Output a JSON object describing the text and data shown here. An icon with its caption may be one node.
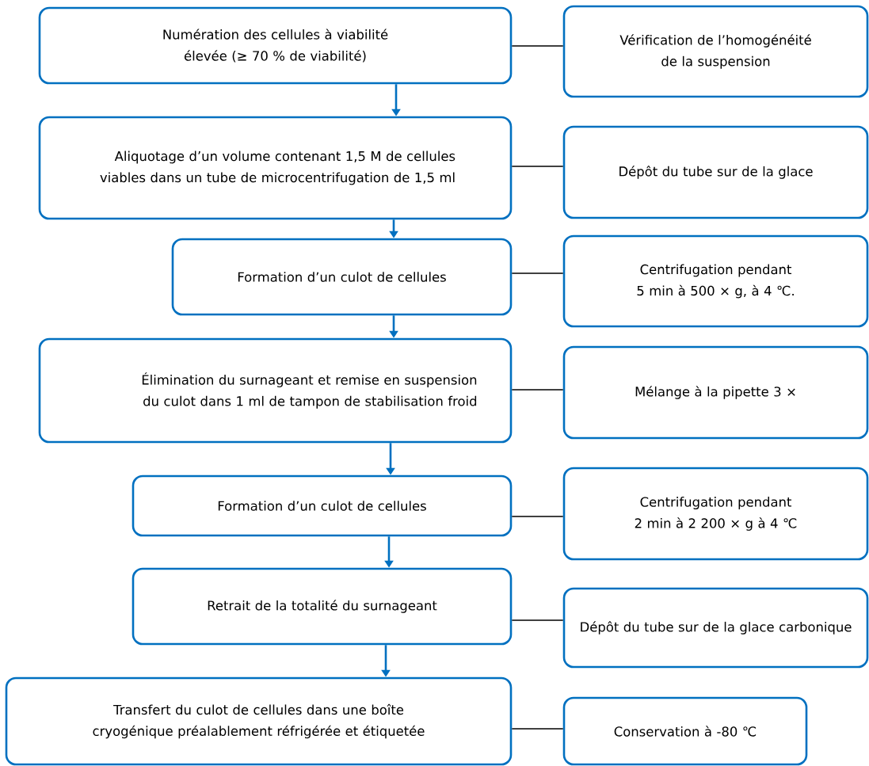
{
  "diagram": {
    "nodes": [
      {
        "text": [
          "Numération des cellules à viabilité élevée (≥ 70 % de viabilité)"
        ]
      },
      {
        "text": [
          "Vérification de l’homogénéité de la suspension"
        ]
      },
      {
        "text": [
          "Aliquotage d’un volume contenant 1,5 M de cellules viables dans un tube de microcentrifugation de 1,5 ml"
        ]
      },
      {
        "text": [
          "Dépôt du tube sur de la glace"
        ]
      },
      {
        "text": [
          "Formation d’un culot de cellules"
        ]
      },
      {
        "text": [
          "Centrifugation pendant 5 min à 500 × g, à 4 ℃."
        ]
      },
      {
        "text": [
          "Élimination du surnageant et remise en suspension du culot dans 1 ml de tampon de stabilisation froid"
        ]
      },
      {
        "text": [
          "Mélange à la pipette 3 ×"
        ]
      },
      {
        "text": [
          "Formation d’un culot de cellules"
        ]
      },
      {
        "text": [
          "Centrifugation pendant 2 min à 2 200 × g à 4 ℃"
        ]
      },
      {
        "text": [
          "Retrait de la totalité du surnageant"
        ]
      },
      {
        "text": [
          "Dépôt du tube sur de la glace carbonique"
        ]
      },
      {
        "text": [
          "Transfert du culot de cellules dans une boîte cryogénique préalablement réfrigérée et étiquetée"
        ]
      },
      {
        "text": [
          "Conservation à -80 ℃"
        ]
      }
    ],
    "edges": [
      {
        "from": 0,
        "to": 2,
        "arrow": "to",
        "color": "#0070c0"
      },
      {
        "from": 2,
        "to": 4,
        "arrow": "to",
        "color": "#0070c0"
      },
      {
        "from": 4,
        "to": 6,
        "arrow": "to",
        "color": "#0070c0"
      },
      {
        "from": 6,
        "to": 8,
        "arrow": "to",
        "color": "#0070c0"
      },
      {
        "from": 8,
        "to": 10,
        "arrow": "to",
        "color": "#0070c0"
      },
      {
        "from": 10,
        "to": 12,
        "arrow": "to",
        "color": "#0070c0"
      },
      {
        "from": 0,
        "to": 1,
        "arrow": "none"
      },
      {
        "from": 2,
        "to": 3,
        "arrow": "none"
      },
      {
        "from": 4,
        "to": 5,
        "arrow": "none"
      },
      {
        "from": 6,
        "to": 7,
        "arrow": "none"
      },
      {
        "from": 8,
        "to": 9,
        "arrow": "none"
      },
      {
        "from": 10,
        "to": 11,
        "arrow": "none"
      },
      {
        "from": 12,
        "to": 13,
        "arrow": "none"
      }
    ]
  }
}
